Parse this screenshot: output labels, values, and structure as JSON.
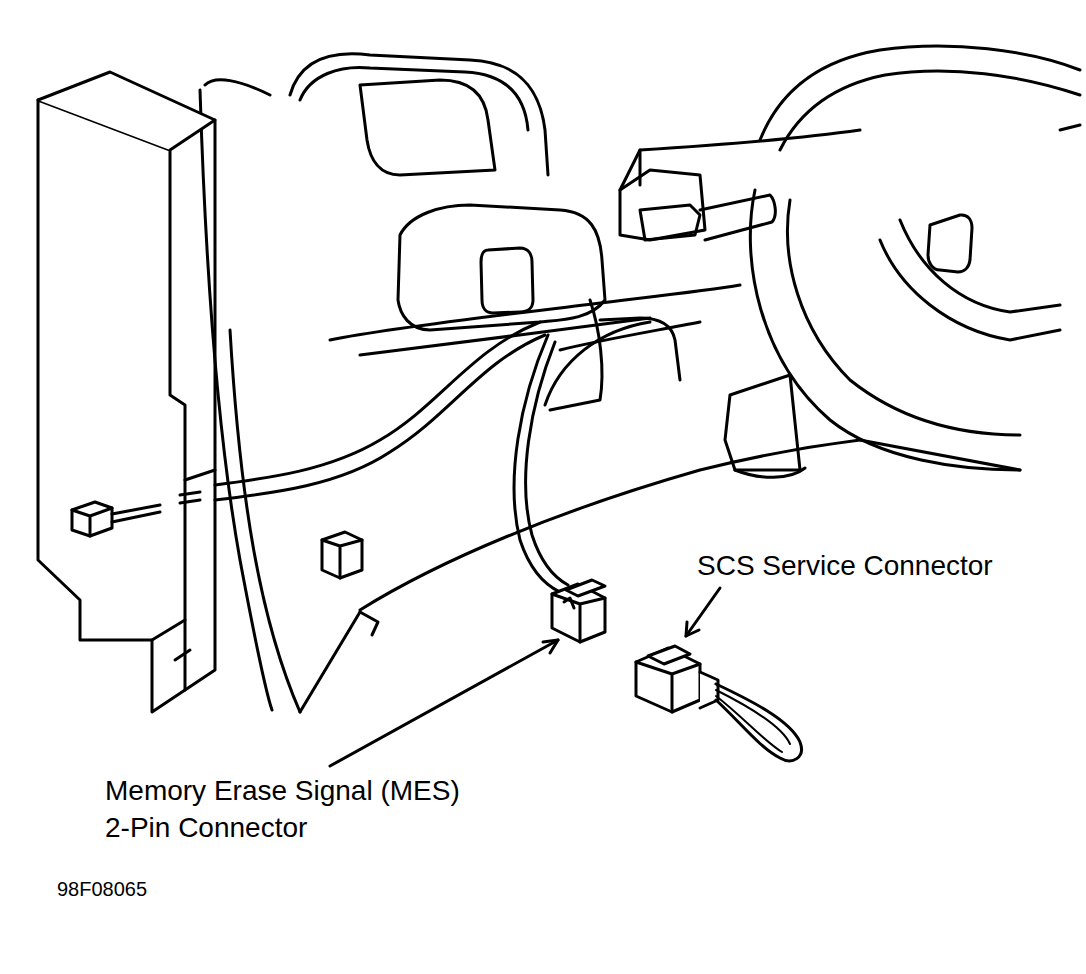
{
  "diagram": {
    "labels": [
      "SCS Service Connector",
      "Memory Erase Signal (MES) 2-Pin Connector",
      "98F08065"
    ]
  }
}
